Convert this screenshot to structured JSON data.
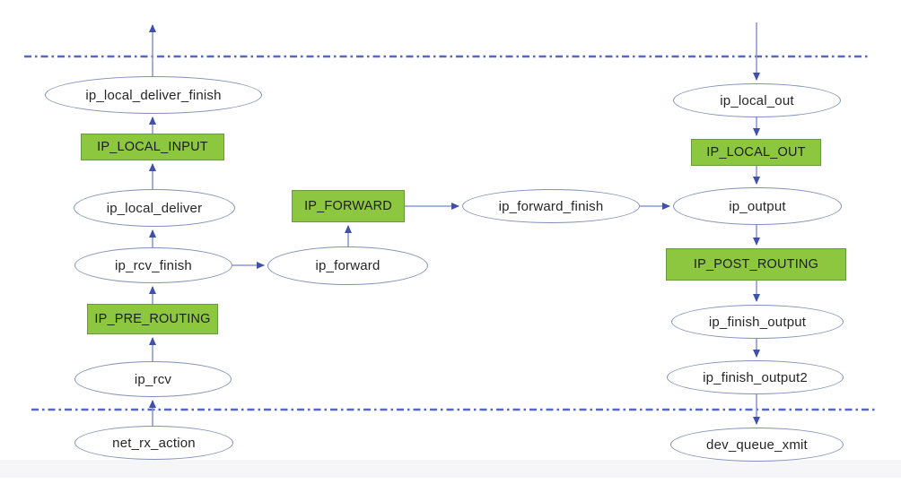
{
  "diagram": {
    "description": "Linux kernel IP packet flow with netfilter hooks",
    "nodes": {
      "ip_local_deliver_finish": "ip_local_deliver_finish",
      "ip_local_input_hook": "IP_LOCAL_INPUT",
      "ip_local_deliver": "ip_local_deliver",
      "ip_rcv_finish": "ip_rcv_finish",
      "ip_pre_routing_hook": "IP_PRE_ROUTING",
      "ip_rcv": "ip_rcv",
      "net_rx_action": "net_rx_action",
      "ip_forward_hook": "IP_FORWARD",
      "ip_forward": "ip_forward",
      "ip_forward_finish": "ip_forward_finish",
      "ip_local_out": "ip_local_out",
      "ip_local_out_hook": "IP_LOCAL_OUT",
      "ip_output": "ip_output",
      "ip_post_routing_hook": "IP_POST_ROUTING",
      "ip_finish_output": "ip_finish_output",
      "ip_finish_output2": "ip_finish_output2",
      "dev_queue_xmit": "dev_queue_xmit"
    },
    "colors": {
      "hook_fill": "#8dc63f",
      "hook_border": "#649b3c",
      "ellipse_border": "#8090b8",
      "arrow_line": "#8b99d6",
      "arrow_head": "#3f51a8",
      "boundary_line": "#5868c2",
      "text": "#262626"
    }
  }
}
